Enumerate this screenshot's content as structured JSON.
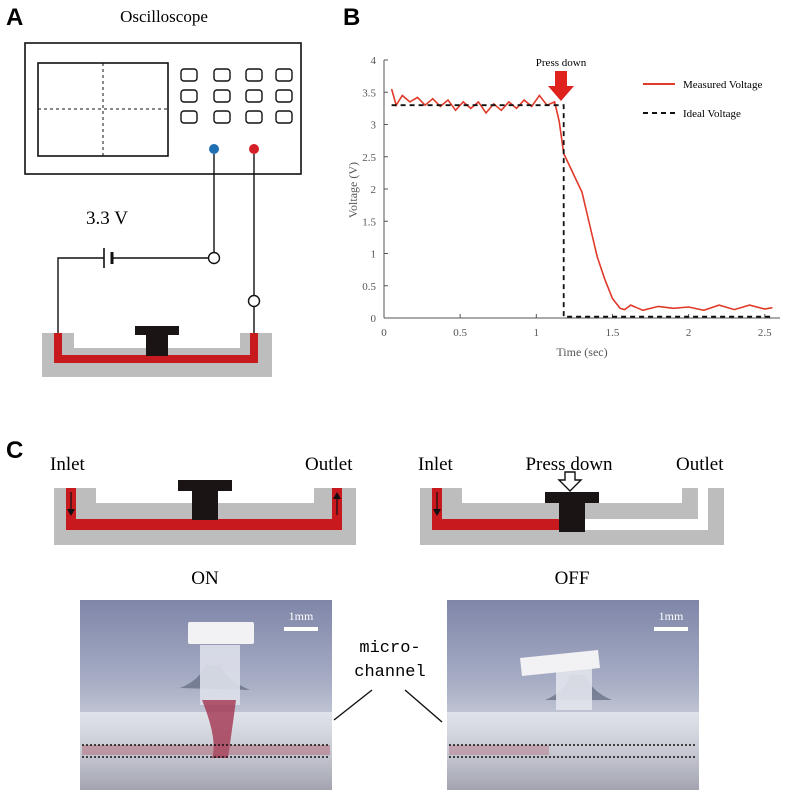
{
  "panels": {
    "a": {
      "letter": "A",
      "oscilloscope_label": "Oscilloscope",
      "battery_label": "3.3 V"
    },
    "b": {
      "letter": "B",
      "annotation": "Press down"
    },
    "c": {
      "letter": "C",
      "left": {
        "inlet": "Inlet",
        "outlet": "Outlet",
        "state": "ON",
        "scale": "1mm"
      },
      "right": {
        "inlet": "Inlet",
        "press": "Press down",
        "outlet": "Outlet",
        "state": "OFF",
        "scale": "1mm"
      },
      "microchannel_label_1": "micro-",
      "microchannel_label_2": "channel"
    }
  },
  "colors": {
    "channel_red": "#c8191e",
    "chip_gray": "#bdbdbd",
    "valve_black": "#1a1414",
    "probe_blue": "#1f6fb5",
    "probe_red": "#d51f26",
    "measured_line": "#e03a2a"
  },
  "chart_data": {
    "type": "line",
    "title": "",
    "xlabel": "Time (sec)",
    "ylabel": "Voltage (V)",
    "xlim": [
      0,
      2.6
    ],
    "ylim": [
      0,
      4
    ],
    "xticks": [
      0,
      0.5,
      1,
      1.5,
      2,
      2.5
    ],
    "xtick_labels": [
      "0",
      "0.5",
      "1",
      "1.5",
      "2",
      "2.5"
    ],
    "yticks": [
      0,
      0.5,
      1,
      1.5,
      2,
      2.5,
      3,
      3.5,
      4
    ],
    "ytick_labels": [
      "0",
      "0.5",
      "1",
      "1.5",
      "2",
      "2.5",
      "3",
      "3.5",
      "4"
    ],
    "legend_position": "top-right",
    "grid": false,
    "series": [
      {
        "name": "Measured Voltage",
        "style": "solid",
        "color": "#e03a2a",
        "x": [
          0.05,
          0.08,
          0.12,
          0.17,
          0.22,
          0.27,
          0.32,
          0.37,
          0.42,
          0.47,
          0.52,
          0.57,
          0.62,
          0.67,
          0.72,
          0.77,
          0.82,
          0.87,
          0.92,
          0.97,
          1.02,
          1.07,
          1.12,
          1.15,
          1.18,
          1.2,
          1.25,
          1.3,
          1.35,
          1.4,
          1.45,
          1.5,
          1.55,
          1.58,
          1.62,
          1.7,
          1.8,
          1.9,
          2.0,
          2.1,
          2.2,
          2.3,
          2.4,
          2.5,
          2.55
        ],
        "y": [
          3.55,
          3.3,
          3.45,
          3.35,
          3.42,
          3.3,
          3.4,
          3.28,
          3.38,
          3.22,
          3.35,
          3.25,
          3.35,
          3.18,
          3.32,
          3.22,
          3.35,
          3.25,
          3.38,
          3.28,
          3.45,
          3.3,
          3.35,
          3.05,
          2.55,
          2.45,
          2.2,
          1.95,
          1.45,
          0.95,
          0.6,
          0.3,
          0.15,
          0.13,
          0.2,
          0.12,
          0.18,
          0.15,
          0.17,
          0.12,
          0.2,
          0.13,
          0.2,
          0.14,
          0.16
        ]
      },
      {
        "name": "Ideal Voltage",
        "style": "dashed",
        "color": "#111111",
        "x": [
          0.05,
          1.18,
          1.18,
          2.55
        ],
        "y": [
          3.3,
          3.3,
          0.02,
          0.02
        ]
      }
    ],
    "annotations": [
      {
        "text": "Press down",
        "x": 1.22,
        "y": 4.0
      }
    ]
  }
}
